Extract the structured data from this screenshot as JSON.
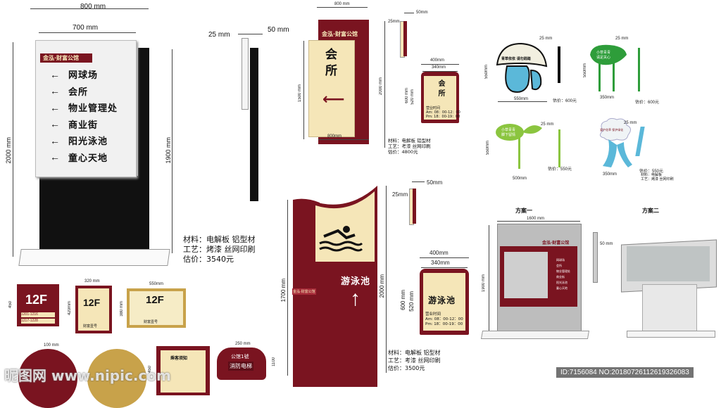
{
  "directory": {
    "width_outer": "800 mm",
    "width_inner": "700 mm",
    "height_outer": "2000 mm",
    "height_inner": "1900 mm",
    "brand": "金泓·财富公馆",
    "items": [
      "网球场",
      "会所",
      "物业管理处",
      "商业街",
      "阳光泳池",
      "童心天地"
    ],
    "side_left": "25 mm",
    "side_right": "50 mm",
    "material": "材料：电解板 铝型材",
    "process": "工艺：烤漆 丝网印刷",
    "price": "估价：3540元"
  },
  "club_sign": {
    "width_top": "800 mm",
    "width_bottom": "800mm",
    "height_panel": "1500 mm",
    "height_total": "2000 mm",
    "brand": "金泓·财富公馆",
    "title": "会所",
    "side_top": "50mm",
    "side_label": "25mm",
    "small_w1": "400mm",
    "small_w2": "340mm",
    "small_h1": "600 mm",
    "small_h2": "520 mm",
    "small_title": "会所",
    "small_hours_label": "营业时间",
    "small_am": "Am: 08：00-12：00",
    "small_pm": "Pm: 18：00-19：00",
    "material": "材料：电解板 铝型材",
    "process": "工艺：考漆 丝网印刷",
    "price": "估价：4800元"
  },
  "pool_sign": {
    "height_side": "1700 mm",
    "height_total": "2000 mm",
    "brand": "金泓·财富公馆",
    "title": "游泳池",
    "side_top": "50mm",
    "side_label": "25mm",
    "small_w1": "400mm",
    "small_w2": "340mm",
    "small_h1": "600 mm",
    "small_h2": "520 mm",
    "small_title": "游泳池",
    "small_hours_label": "营业时间",
    "small_am": "Am: 08：00-12：00",
    "small_pm": "Pm: 18：00-19：00",
    "material": "材料：电解板 铝型材",
    "process": "工艺：考漆 丝网印刷",
    "price": "估价：3500元"
  },
  "floor_signs": {
    "floor": "12F",
    "rows": [
      "1201-1216",
      "1217-1228"
    ],
    "dims": [
      "450",
      "320 mm",
      "420mm",
      "550mm",
      "380 mm"
    ],
    "footer": "财富壹号"
  },
  "bottom_signs": {
    "dim_100": "100 mm",
    "dim_250": "250 mm",
    "dim_450": "450",
    "dim_1100": "1100",
    "notice_title": "乘客须知",
    "notice_brand": "财富公馆",
    "elevator_line1": "公馆1號",
    "elevator_line2": "消防电梯",
    "watermark": "昵图网 www.nipic.com",
    "id_text": "ID:7156084 NO:20180726112619326083"
  },
  "lawn_signs": {
    "mushroom_text": [
      "青草依依",
      "请勿践踏"
    ],
    "leaf_text": [
      "小草青青",
      "请足关心"
    ],
    "sprout_text": [
      "小草青青",
      "脚下留情"
    ],
    "cloud_text": [
      "爱护花草",
      "保护绿化"
    ],
    "dim_25": "25 mm",
    "dim_550": "550mm",
    "dim_350": "350mm",
    "dim_500": "500mm",
    "price_600": "估价：600元",
    "price_550": "估价：550元",
    "material": "材料：电解板",
    "process": "工艺：烤漆 丝网印刷"
  },
  "map_boards": {
    "scheme1": "方案一",
    "scheme2": "方案二",
    "width": "1600 mm",
    "height": "1900 mm",
    "side": "50 mm",
    "brand": "金泓·财富公馆",
    "list": [
      "网球场",
      "会所",
      "物业管理处",
      "商业街",
      "阳光泳池",
      "童心天地"
    ]
  },
  "colors": {
    "maroon": "#7a1420",
    "cream": "#f5e6b8",
    "gold": "#c8a24a",
    "green": "#3aa83a"
  }
}
